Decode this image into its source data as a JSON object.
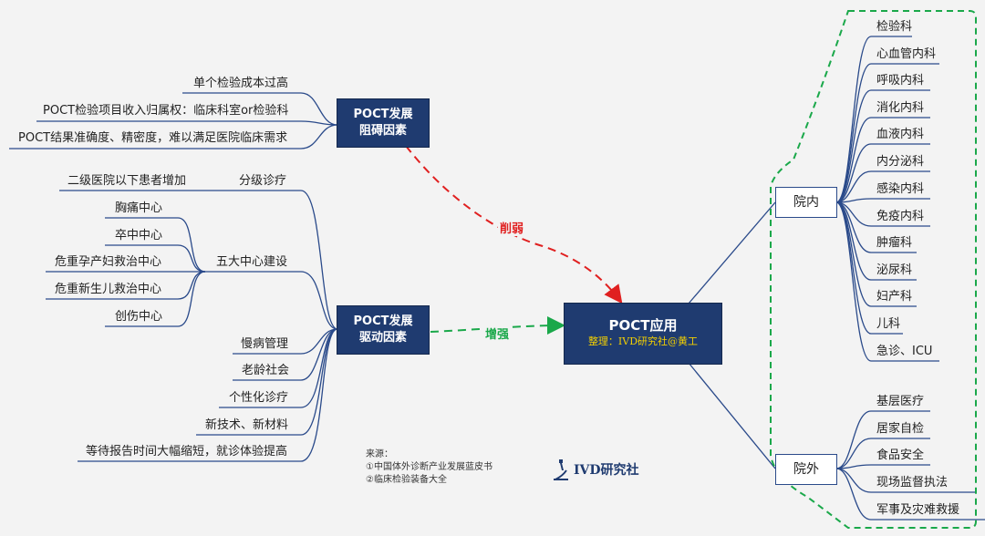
{
  "center": {
    "title": "POCT应用",
    "subtitle": "整理：IVD研究社@黄工"
  },
  "barrier": {
    "title": "POCT发展\n阻碍因素",
    "items": [
      "单个检验成本过高",
      "POCT检验项目收入归属权：临床科室or检验科",
      "POCT结果准确度、精密度，难以满足医院临床需求"
    ]
  },
  "driver": {
    "title": "POCT发展\n驱动因素",
    "tiers": [
      "分级诊疗",
      "五大中心建设",
      "慢病管理",
      "老龄社会",
      "个性化诊疗",
      "新技术、新材料",
      "等待报告时间大幅缩短，就诊体验提高"
    ],
    "tier_sub": "二级医院以下患者增加",
    "centers": [
      "胸痛中心",
      "卒中中心",
      "危重孕产妇救治中心",
      "危重新生儿救治中心",
      "创伤中心"
    ]
  },
  "edges": {
    "weaken": "削弱",
    "enhance": "增强"
  },
  "inside": {
    "label": "院内",
    "items": [
      "检验科",
      "心血管内科",
      "呼吸内科",
      "消化内科",
      "血液内科",
      "内分泌科",
      "感染内科",
      "免疫内科",
      "肿瘤科",
      "泌尿科",
      "妇产科",
      "儿科",
      "急诊、ICU"
    ]
  },
  "outside": {
    "label": "院外",
    "items": [
      "基层医疗",
      "居家自检",
      "食品安全",
      "现场监督执法",
      "军事及灾难救援"
    ]
  },
  "source": {
    "heading": "来源：",
    "lines": [
      "①中国体外诊断产业发展蓝皮书",
      "②临床检验装备大全"
    ]
  },
  "logo": {
    "text": "IVD研究社"
  },
  "colors": {
    "node": "#1f3b70",
    "line": "#2a4a8a",
    "weaken": "#e02020",
    "enhance": "#1aa84a",
    "dash_frame": "#1aa84a"
  }
}
